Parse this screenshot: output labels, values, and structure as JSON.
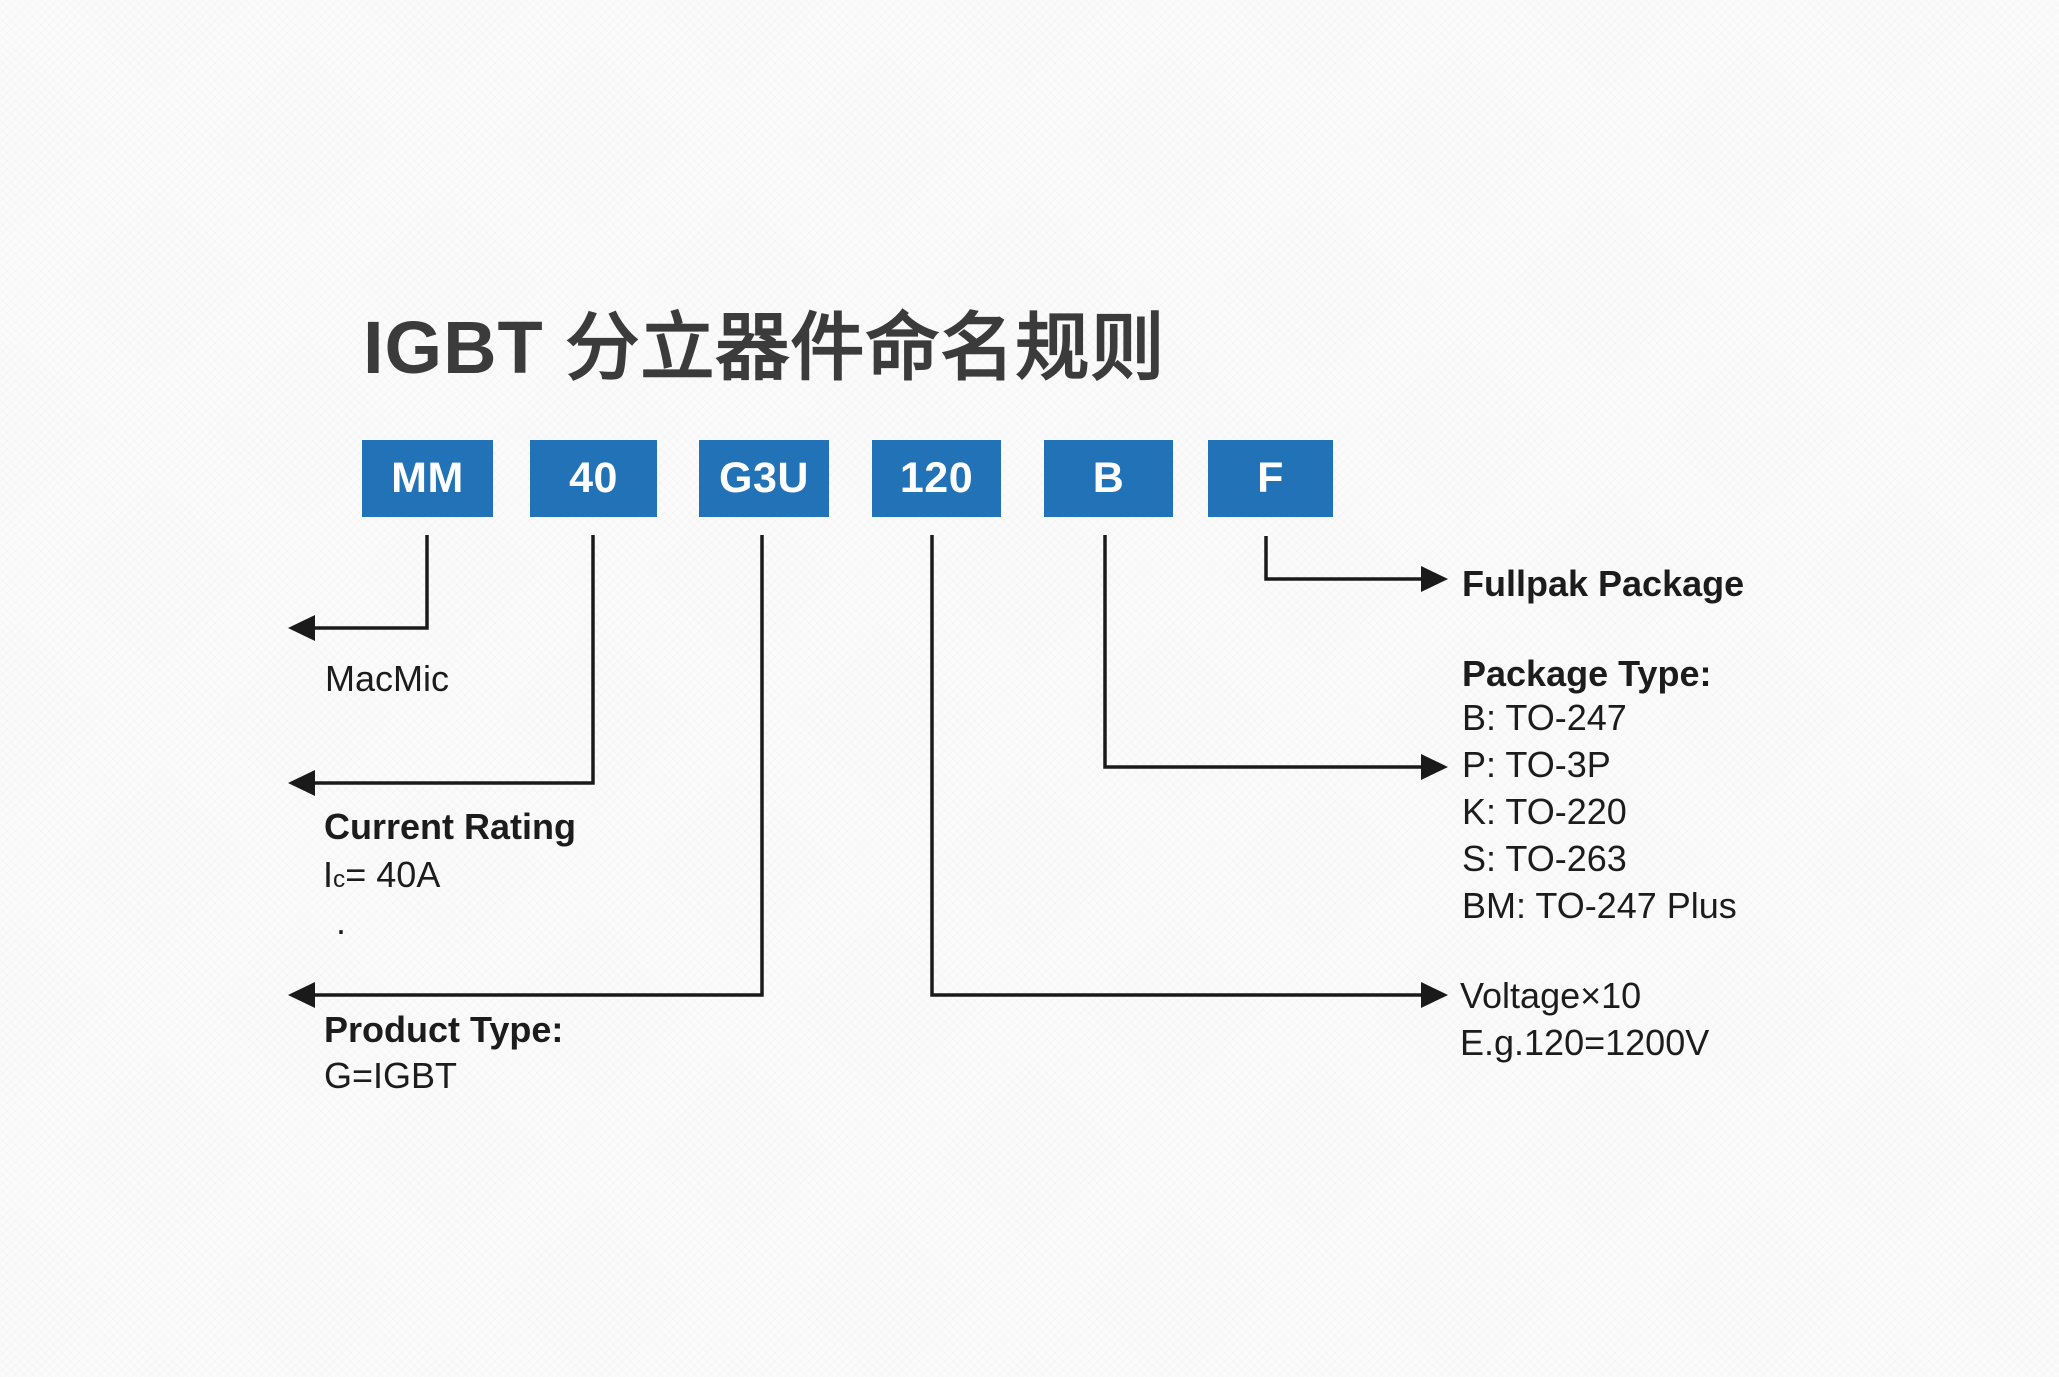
{
  "title": "IGBT 分立器件命名规则",
  "segments": [
    "MM",
    "40",
    "G3U",
    "120",
    "B",
    "F"
  ],
  "annotations": {
    "manufacturer": "MacMic",
    "current_rating_title": "Current Rating",
    "current_rating_symbol": "I",
    "current_rating_subscript": "c",
    "current_rating_value": "= 40A",
    "stray_dot": ".",
    "product_type_title": "Product Type:",
    "product_type_value": "G=IGBT",
    "fullpak_label": "Fullpak Package",
    "package_type_title": "Package Type:",
    "package_types": [
      "B: TO-247",
      "P: TO-3P",
      "K: TO-220",
      "S: TO-263",
      "BM: TO-247 Plus"
    ],
    "voltage_line1": "Voltage×10",
    "voltage_line2": "E.g.120=1200V"
  },
  "colors": {
    "segment_blue": "#2272b8",
    "arrow_black": "#1a1a1a",
    "text_dark": "#1c1c1c",
    "title_gray": "#3b3b3b",
    "background": "#fbfbfb"
  }
}
